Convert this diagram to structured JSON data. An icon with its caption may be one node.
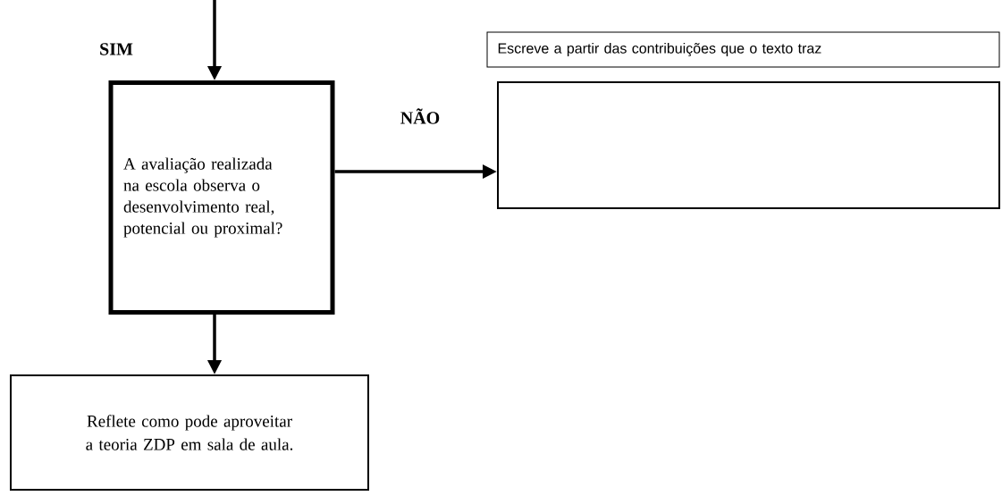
{
  "diagram": {
    "nodes": [
      {
        "text": [
          "A avaliação realizada na escola observa o desenvolvimento real, potencial ou proximal?"
        ]
      },
      {
        "text": [
          "Escreve a partir das contribuições que o texto traz"
        ]
      },
      {
        "text": [],
        "shape": "box"
      },
      {
        "text": [
          "Reflete como pode aproveitar a teoria ZDP em sala de aula."
        ]
      }
    ],
    "edges": [
      {
        "from": null,
        "to": 0,
        "arrow": "to",
        "label": "SIM"
      },
      {
        "from": 0,
        "to": 2,
        "arrow": "to",
        "label": "NÃO"
      },
      {
        "from": 0,
        "to": 3,
        "arrow": "to"
      }
    ]
  }
}
